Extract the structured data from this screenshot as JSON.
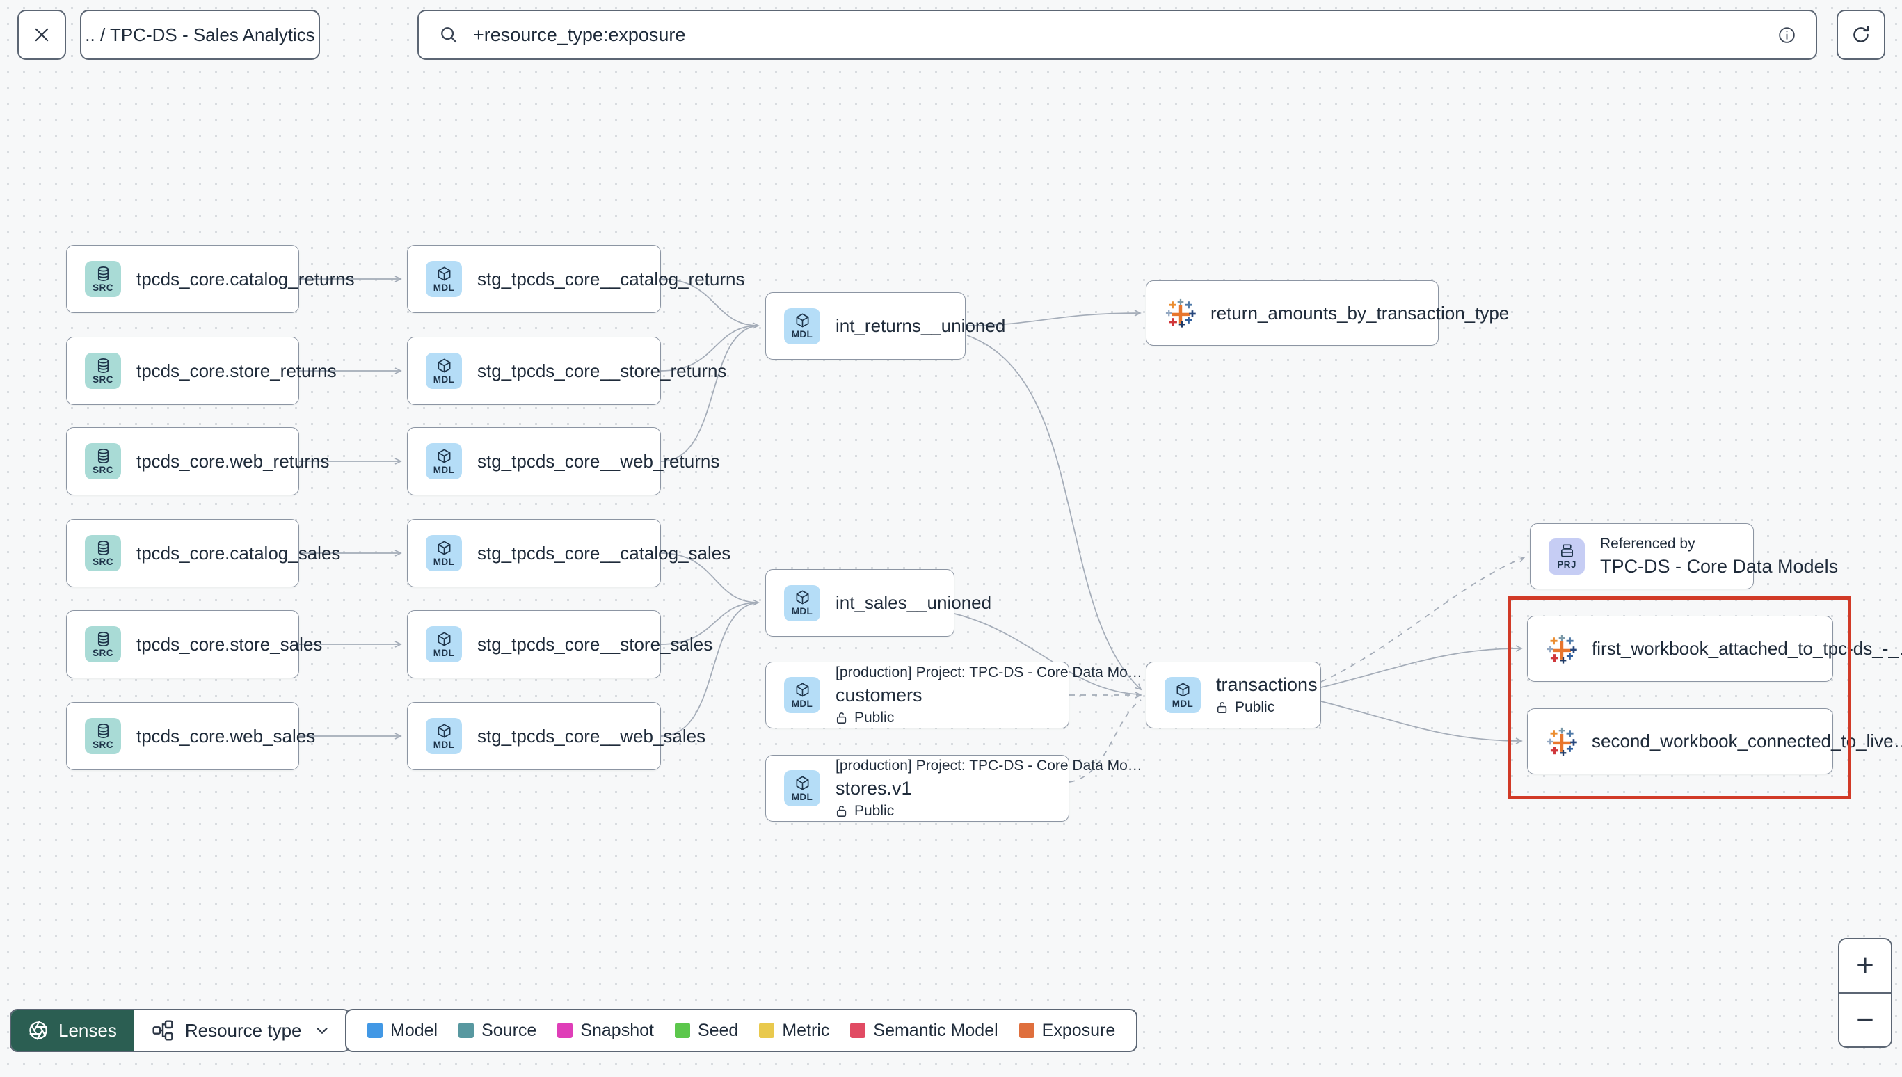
{
  "topbar": {
    "breadcrumb": ".. / TPC-DS - Sales Analytics",
    "search_value": "+resource_type:exposure"
  },
  "badges": {
    "source": "SRC",
    "model": "MDL",
    "project": "PRJ"
  },
  "graph": {
    "sources": [
      "tpcds_core.catalog_returns",
      "tpcds_core.store_returns",
      "tpcds_core.web_returns",
      "tpcds_core.catalog_sales",
      "tpcds_core.store_sales",
      "tpcds_core.web_sales"
    ],
    "models": [
      "stg_tpcds_core__catalog_returns",
      "stg_tpcds_core__store_returns",
      "stg_tpcds_core__web_returns",
      "stg_tpcds_core__catalog_sales",
      "stg_tpcds_core__store_sales",
      "stg_tpcds_core__web_sales"
    ],
    "int_returns": "int_returns__unioned",
    "int_sales": "int_sales__unioned",
    "exposure_return_amounts": "return_amounts_by_transaction_type",
    "customers": {
      "project": "[production] Project: TPC-DS - Core Data Mo…",
      "name": "customers",
      "access": "Public"
    },
    "stores": {
      "project": "[production] Project: TPC-DS - Core Data Mo…",
      "name": "stores.v1",
      "access": "Public"
    },
    "transactions": {
      "name": "transactions",
      "access": "Public"
    },
    "referenced_by": {
      "title": "Referenced by",
      "name": "TPC-DS - Core Data Models"
    },
    "workbook_first": "first_workbook_attached_to_tpc-ds_-_…",
    "workbook_second": "second_workbook_connected_to_live…"
  },
  "footer": {
    "lenses_label": "Lenses",
    "resource_type_label": "Resource type",
    "legend": [
      {
        "label": "Model",
        "color": "#4298e5"
      },
      {
        "label": "Source",
        "color": "#5898a0"
      },
      {
        "label": "Snapshot",
        "color": "#df3eb8"
      },
      {
        "label": "Seed",
        "color": "#5cc74c"
      },
      {
        "label": "Metric",
        "color": "#e9c94d"
      },
      {
        "label": "Semantic Model",
        "color": "#e14b63"
      },
      {
        "label": "Exposure",
        "color": "#df6f3d"
      }
    ]
  },
  "zoom": {
    "zoom_in": "+",
    "zoom_out": "−"
  },
  "highlight_color": "#d13a27"
}
